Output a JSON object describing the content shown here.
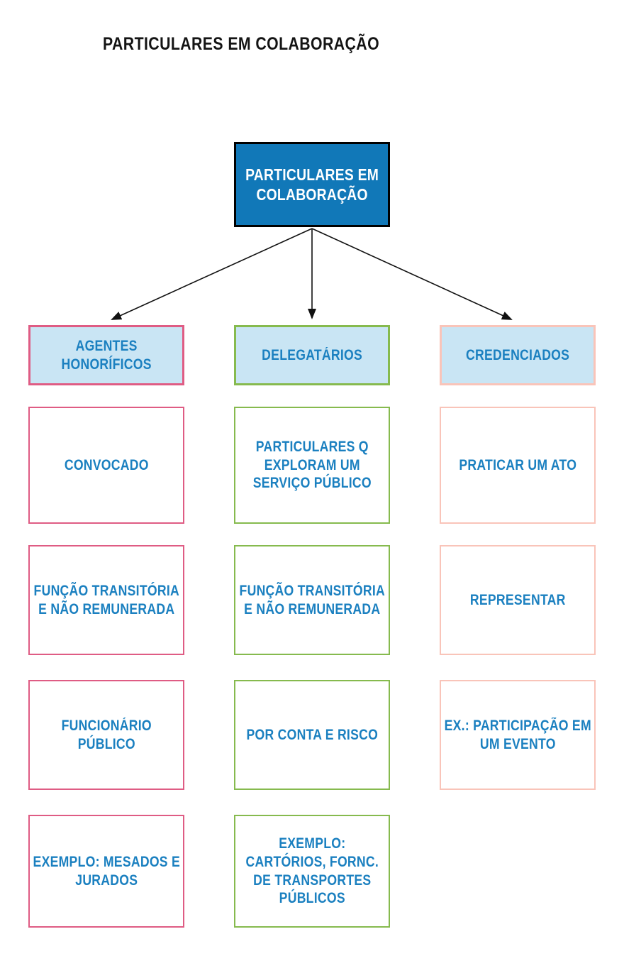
{
  "title": "PARTICULARES EM COLABORAÇÃO",
  "root": {
    "label": "PARTICULARES EM COLABORAÇÃO"
  },
  "colors": {
    "root_fill": "#1178b8",
    "root_border": "#000000",
    "header_fill": "#c9e5f4",
    "text_blue": "#1b80c0",
    "text_white": "#ffffff",
    "column_border_pink": "#df5c84",
    "column_border_green": "#86ba4e",
    "column_border_salmon": "#f9c4b9"
  },
  "columns": [
    {
      "header": "AGENTES HONORÍFICOS",
      "items": [
        "CONVOCADO",
        "FUNÇÃO TRANSITÓRIA E NÃO REMUNERADA",
        "FUNCIONÁRIO PÚBLICO",
        "EXEMPLO: MESADOS E JURADOS"
      ]
    },
    {
      "header": "DELEGATÁRIOS",
      "items": [
        "PARTICULARES Q EXPLORAM UM SERVIÇO PÚBLICO",
        "FUNÇÃO TRANSITÓRIA E NÃO REMUNERADA",
        "POR CONTA E RISCO",
        "EXEMPLO: CARTÓRIOS, FORNC. DE TRANSPORTES PÚBLICOS"
      ]
    },
    {
      "header": "CREDENCIADOS",
      "items": [
        "PRATICAR UM ATO",
        "REPRESENTAR",
        "EX.: PARTICIPAÇÃO EM UM EVENTO"
      ]
    }
  ]
}
